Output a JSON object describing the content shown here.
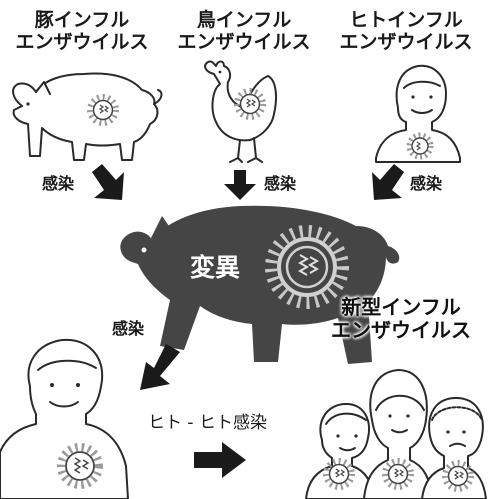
{
  "sources": {
    "pig": {
      "line1": "豚インフル",
      "line2": "エンザウイルス"
    },
    "bird": {
      "line1": "鳥インフル",
      "line2": "エンザウイルス"
    },
    "human": {
      "line1": "ヒトインフル",
      "line2": "エンザウイルス"
    }
  },
  "infection_label": "感染",
  "mixing_vessel": {
    "label": "変異"
  },
  "new_virus": {
    "line1": "新型インフル",
    "line2": "エンザウイルス"
  },
  "human_to_human": {
    "label": "ヒト - ヒト感染"
  },
  "colors": {
    "pig_fill": "#454545",
    "outline": "#2a2a2a",
    "arrow": "#1a1a1a",
    "virus_spike": "#9a9a9a"
  }
}
